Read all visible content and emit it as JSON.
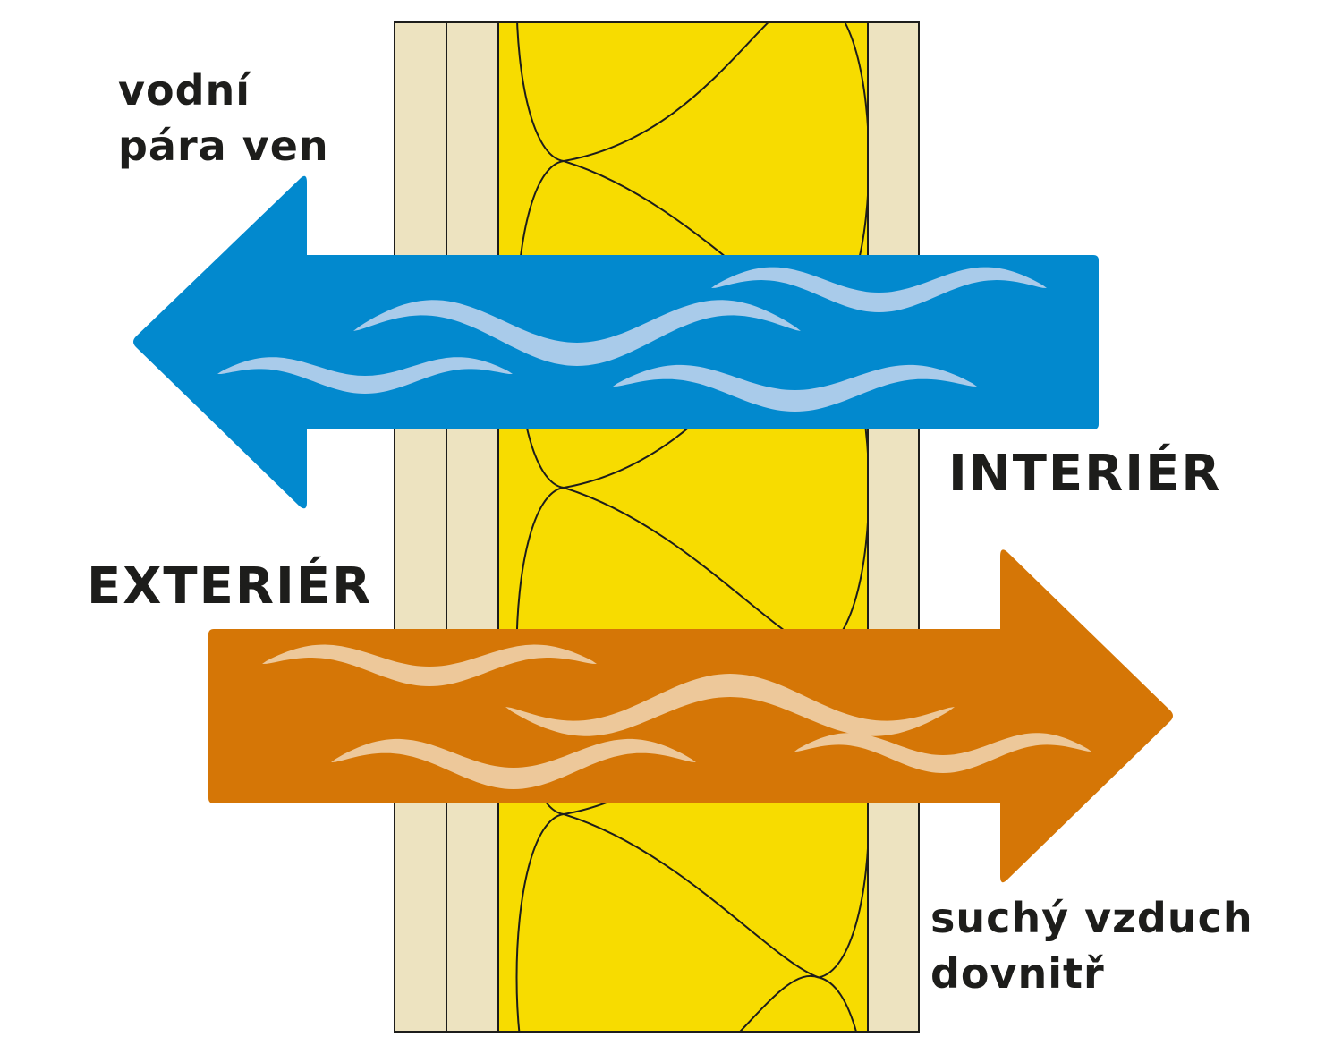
{
  "labels": {
    "vapor_out_line1": "vodní",
    "vapor_out_line2": "pára ven",
    "interior": "INTERIÉR",
    "exterior": "EXTERIÉR",
    "dry_air_in_line1": "suchý vzduch",
    "dry_air_in_line2": "dovnitř"
  },
  "colors": {
    "blue_arrow": "#0289CE",
    "blue_wave": "#A9CBEA",
    "orange_arrow": "#D57606",
    "orange_wave": "#EDC89A",
    "insulation": "#F7DC00",
    "board": "#EDE3C0",
    "outline": "#1d1d1b"
  }
}
